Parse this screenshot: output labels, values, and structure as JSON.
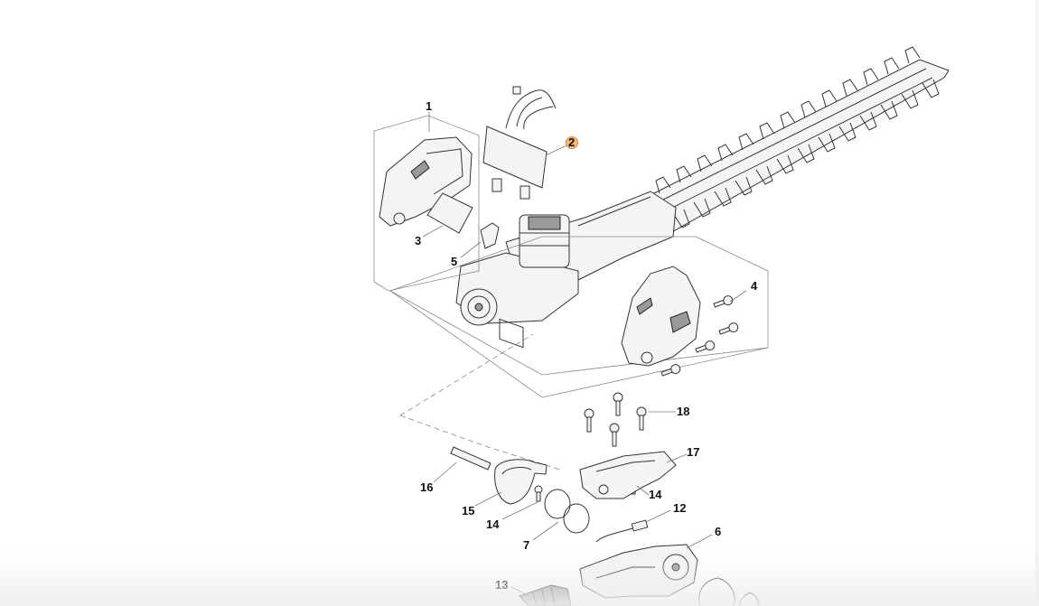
{
  "callouts": {
    "c1": "1",
    "c2": "2",
    "c3": "3",
    "c4": "4",
    "c5": "5",
    "c6": "6",
    "c7": "7",
    "c12": "12",
    "c13": "13",
    "c14a": "14",
    "c14b": "14",
    "c15": "15",
    "c16": "16",
    "c17": "17",
    "c18": "18"
  },
  "highlight_color": "#f0a050",
  "line_color": "#333333"
}
